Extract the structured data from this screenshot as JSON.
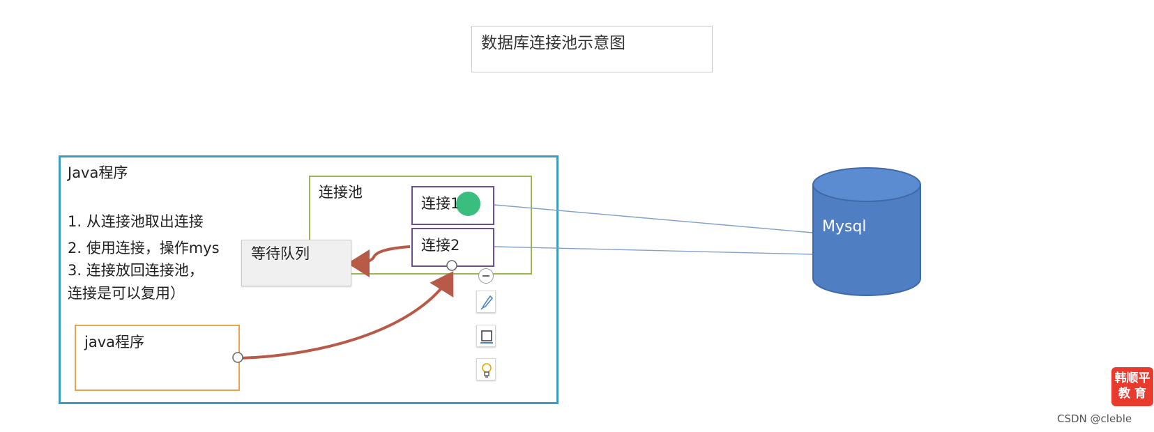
{
  "title": "数据库连接池示意图",
  "java_program_outer": {
    "label": "Java程序",
    "steps": [
      "1. 从连接池取出连接",
      "2. 使用连接，操作mys",
      "3. 连接放回连接池，",
      "连接是可以复用）"
    ]
  },
  "pool": {
    "label": "连接池",
    "connections": [
      "连接1",
      "连接2"
    ]
  },
  "wait_queue": {
    "label": "等待队列"
  },
  "java_program_inner": {
    "label": "java程序"
  },
  "database": {
    "label": "Mysql"
  },
  "toolbar": {
    "icons": [
      "collapse-icon",
      "brush-icon",
      "frame-icon",
      "lightbulb-icon"
    ]
  },
  "branding": {
    "badge_line1": "韩顺平",
    "badge_line2": "教 育",
    "credit": "CSDN @cleble"
  },
  "colors": {
    "outer_border": "#3b9cbf",
    "pool_border": "#9cb553",
    "connection_border": "#6a4f8f",
    "inner_program_border": "#f0a24a",
    "arrow": "#b85a48",
    "database_fill": "#4f7fc2",
    "link_line": "#7fa0c8",
    "brand": "#e93a2e"
  }
}
